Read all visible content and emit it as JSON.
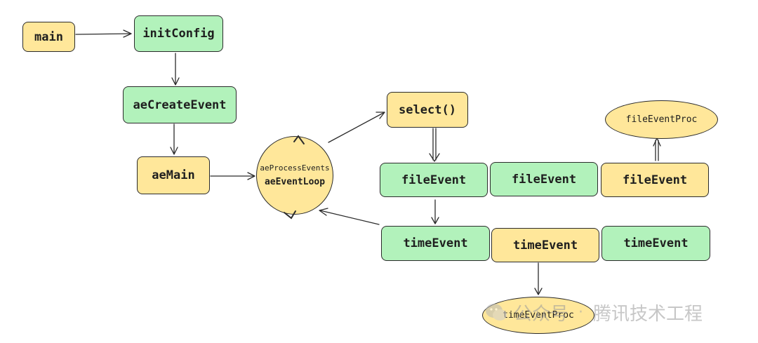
{
  "nodes": {
    "main": "main",
    "initConfig": "initConfig",
    "aeCreateEvent": "aeCreateEvent",
    "aeMain": "aeMain",
    "aeProcessEvents": "aeProcessEvents",
    "aeEventLoop": "aeEventLoop",
    "select": "select()",
    "fileEvent1": "fileEvent",
    "fileEvent2": "fileEvent",
    "fileEvent3": "fileEvent",
    "fileEventProc": "fileEventProc",
    "timeEvent1": "timeEvent",
    "timeEvent2": "timeEvent",
    "timeEvent3": "timeEvent",
    "timeEventProc": "timeEventProc"
  },
  "watermark": {
    "account": "公众号",
    "separator": "·",
    "org": "腾讯技术工程"
  },
  "colors": {
    "yellow": "#ffe79a",
    "green": "#b2f2bb",
    "stroke": "#2b2b2b"
  }
}
